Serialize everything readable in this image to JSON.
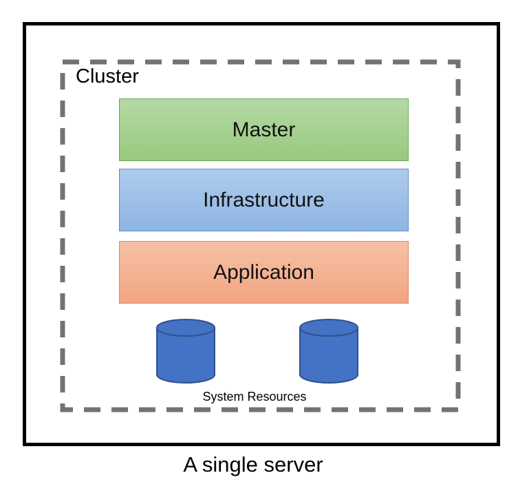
{
  "server": {
    "label": "A single server"
  },
  "cluster": {
    "label": "Cluster"
  },
  "layers": {
    "master": "Master",
    "infrastructure": "Infrastructure",
    "application": "Application"
  },
  "resources": {
    "label": "System Resources",
    "icon": "database-icon"
  },
  "colors": {
    "master": "#a9d18e",
    "infrastructure": "#9dc3e6",
    "application": "#f4b183",
    "cylinder": "#4472c4",
    "cluster_border": "#767171"
  }
}
